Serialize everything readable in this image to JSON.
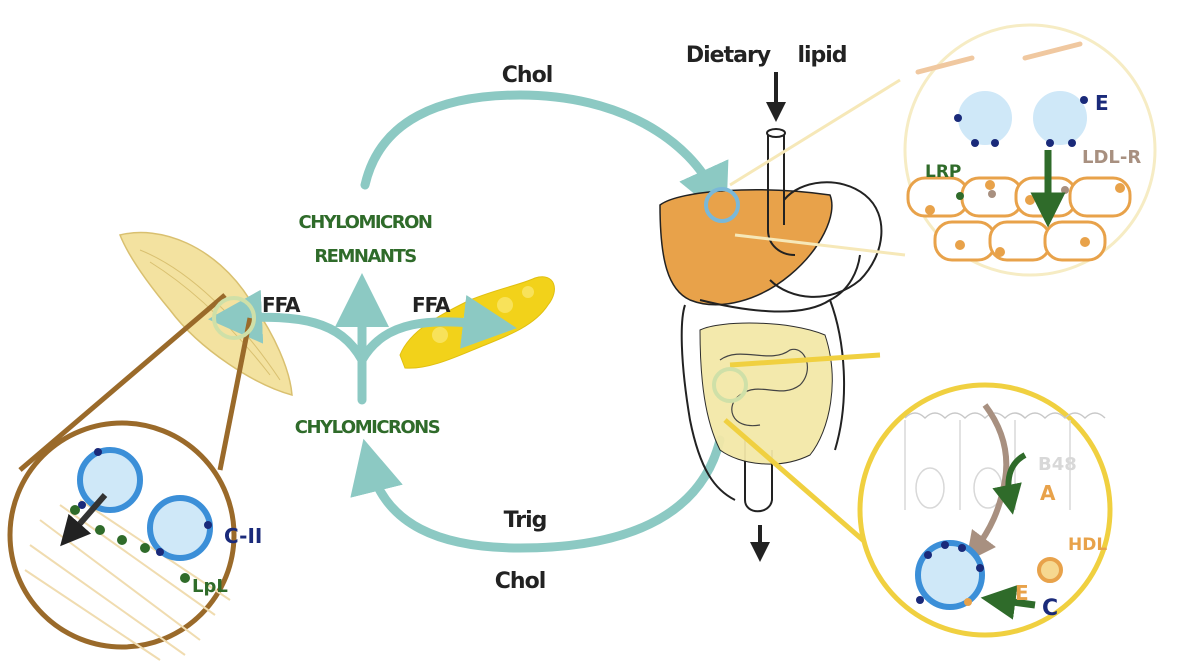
{
  "labels": {
    "chol_top": "Chol",
    "dietary": "Dietary",
    "lipid": "lipid",
    "chylomicron_remnants_1": "CHYLOMICRON",
    "chylomicron_remnants_2": "REMNANTS",
    "ffa_left": "FFA",
    "ffa_right": "FFA",
    "chylomicrons": "CHYLOMICRONS",
    "trig": "Trig",
    "chol_bottom": "Chol",
    "liver_e": "E",
    "liver_ldlr": "LDL-R",
    "liver_lrp": "LRP",
    "muscle_c2": "C-II",
    "muscle_lpl": "LpL",
    "intestine_b48": "B48",
    "intestine_a": "A",
    "intestine_hdl": "HDL",
    "intestine_e": "E",
    "intestine_c": "C"
  },
  "colors": {
    "teal_arrow": "#8cc9c3",
    "dark_green": "#2f6b2a",
    "liver": "#e8a24a",
    "adipose": "#f2d21a",
    "muscle": "#f0dc90",
    "brown_ring": "#9a6a2a",
    "yellow_ring": "#f0d040",
    "particle_blue": "#3b8fd8",
    "particle_fill": "#cfe8f8",
    "apo_navy": "#1a2a7a"
  }
}
